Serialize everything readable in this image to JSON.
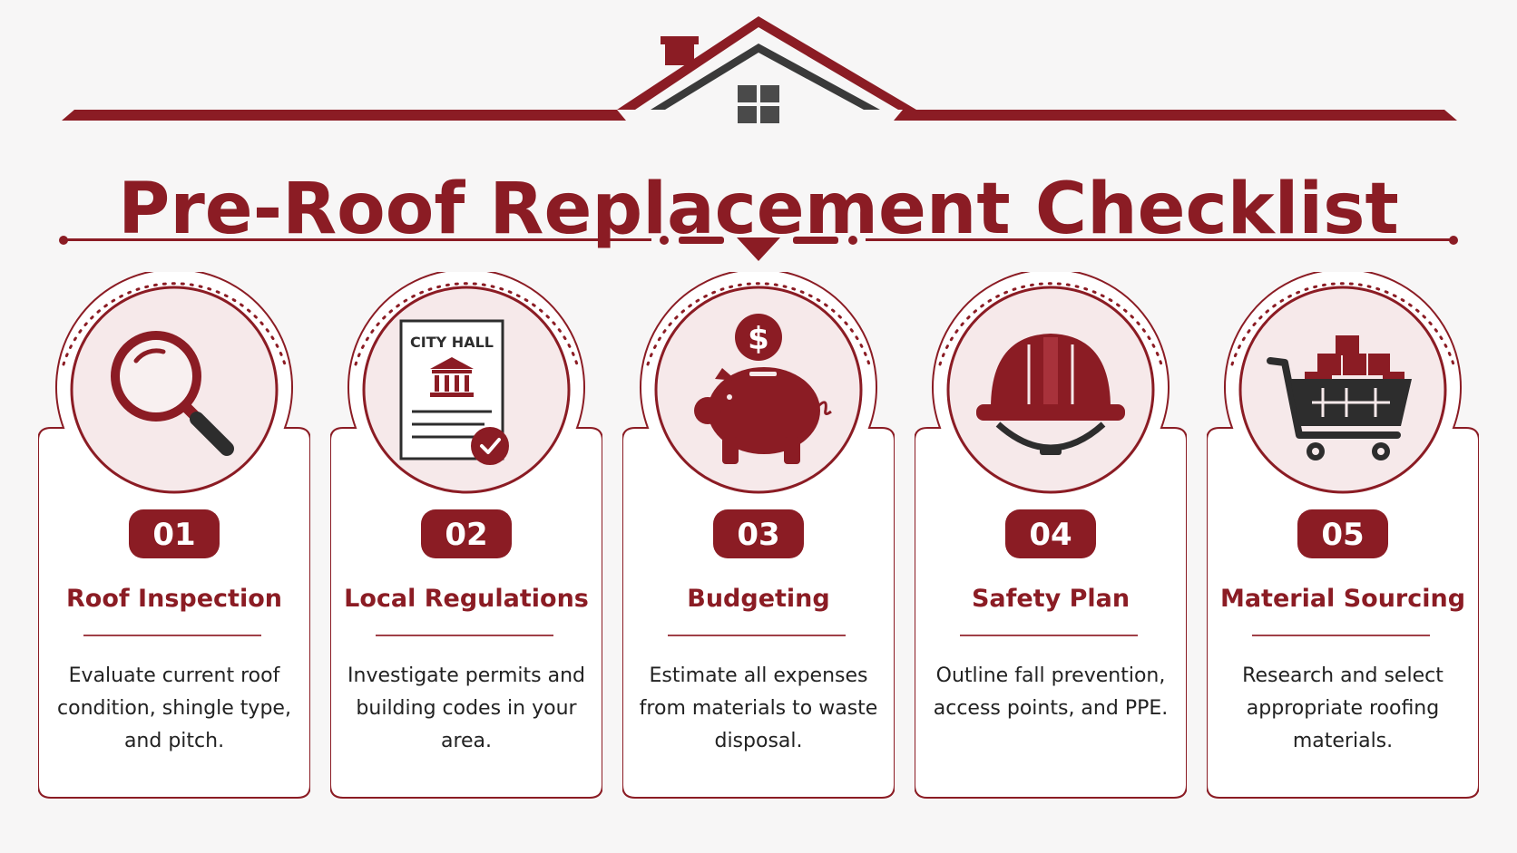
{
  "title": "Pre-Roof Replacement Checklist",
  "colors": {
    "accent": "#8b1c24",
    "circle_fill": "#f6e9ea",
    "dark_icon": "#333333"
  },
  "steps": [
    {
      "number": "01",
      "title": "Roof Inspection",
      "description": "Evaluate current roof condition, shingle type, and pitch.",
      "icon": "magnifying-glass-icon"
    },
    {
      "number": "02",
      "title": "Local Regulations",
      "description": "Investigate permits and building codes in your area.",
      "icon": "city-hall-document-icon",
      "icon_label": "CITY HALL"
    },
    {
      "number": "03",
      "title": "Budgeting",
      "description": "Estimate all expenses from materials to waste disposal.",
      "icon": "piggy-bank-icon",
      "icon_label": "$"
    },
    {
      "number": "04",
      "title": "Safety Plan",
      "description": "Outline fall prevention, access points, and PPE.",
      "icon": "hard-hat-icon"
    },
    {
      "number": "05",
      "title": "Material Sourcing",
      "description": "Research and select appropriate roofing materials.",
      "icon": "shopping-cart-icon"
    }
  ]
}
